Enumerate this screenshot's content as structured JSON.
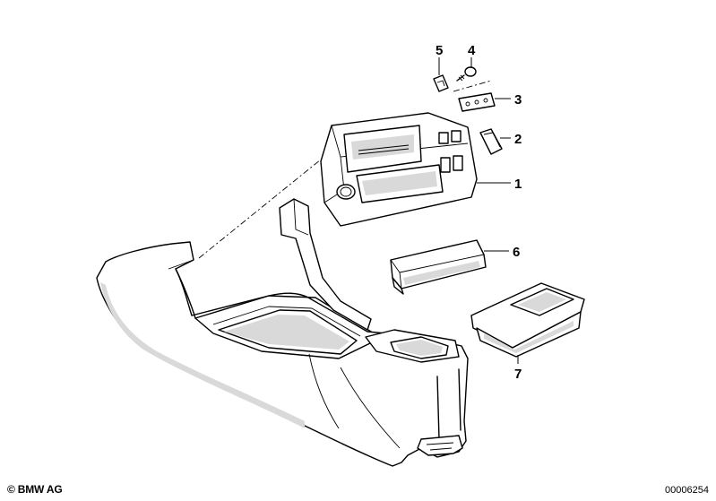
{
  "parts": [
    {
      "number": "1"
    },
    {
      "number": "2"
    },
    {
      "number": "3"
    },
    {
      "number": "4"
    },
    {
      "number": "5"
    },
    {
      "number": "6"
    },
    {
      "number": "7"
    }
  ],
  "footer": {
    "copyright": "© BMW AG",
    "doc_number": "00006254"
  }
}
